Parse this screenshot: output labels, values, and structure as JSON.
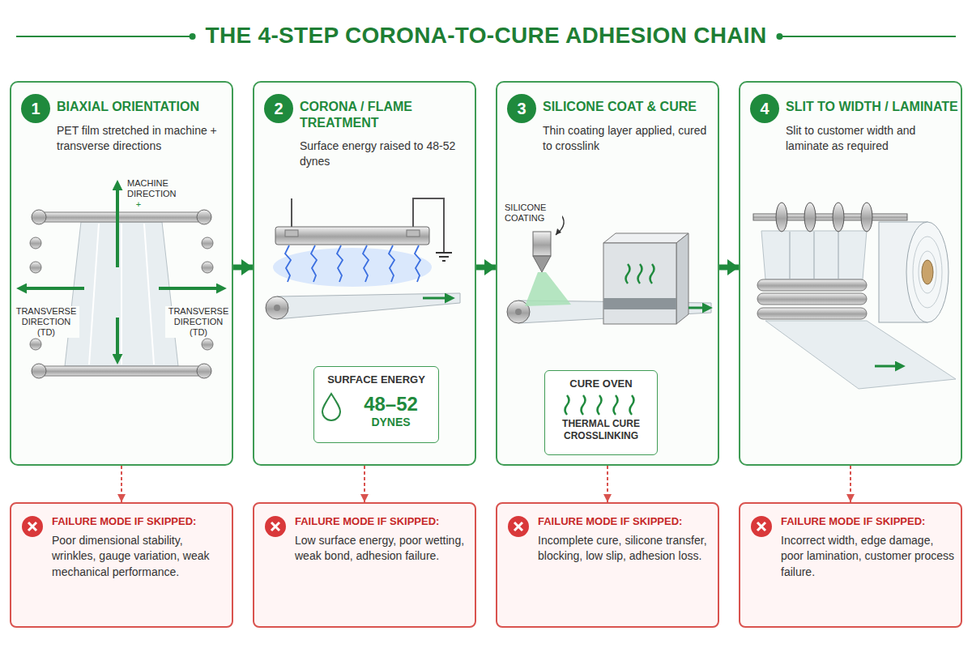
{
  "diagram": {
    "title": "THE 4-STEP CORONA-TO-CURE ADHESION CHAIN",
    "nodes": [
      {
        "text": [
          "BIAXIAL ORIENTATION",
          "PET film stretched in machine + transverse directions"
        ]
      },
      {
        "text": [
          "1"
        ],
        "in": 0
      },
      {
        "text": [
          "CORONA / FLAME TREATMENT",
          "Surface energy raised to 48-52 dynes"
        ]
      },
      {
        "text": [
          "2"
        ],
        "in": 2
      },
      {
        "text": [
          "SURFACE ENERGY",
          "48–52",
          "DYNES"
        ],
        "in": 2
      },
      {
        "text": [
          "SILICONE COAT & CURE",
          "Thin coating layer applied, cured to crosslink"
        ]
      },
      {
        "text": [
          "3"
        ],
        "in": 5
      },
      {
        "text": [
          "CURE OVEN",
          "THERMAL CURE CROSSLINKING"
        ],
        "in": 5
      },
      {
        "text": [
          "SLIT TO WIDTH / LAMINATE",
          "Slit to customer width and laminate as required"
        ]
      },
      {
        "text": [
          "4"
        ],
        "in": 8
      },
      {
        "text": [
          "FAILURE MODE IF SKIPPED:",
          "Poor dimensional stability, wrinkles, gauge variation, weak mechanical performance."
        ]
      },
      {
        "text": [
          "FAILURE MODE IF SKIPPED:",
          "Low surface energy, poor wetting, weak bond, adhesion failure."
        ]
      },
      {
        "text": [
          "FAILURE MODE IF SKIPPED:",
          "Incomplete cure, silicone transfer, blocking, low slip, adhesion loss."
        ]
      },
      {
        "text": [
          "FAILURE MODE IF SKIPPED:",
          "Incorrect width, edge damage, poor lamination, customer process failure."
        ]
      }
    ],
    "edges": [
      {
        "from": 0,
        "to": 2,
        "arrow": "to"
      },
      {
        "from": 2,
        "to": 5,
        "arrow": "to"
      },
      {
        "from": 5,
        "to": 8,
        "arrow": "to"
      },
      {
        "from": 0,
        "to": 10,
        "arrow": "to"
      },
      {
        "from": 2,
        "to": 11,
        "arrow": "to"
      },
      {
        "from": 5,
        "to": 12,
        "arrow": "to"
      },
      {
        "from": 8,
        "to": 13,
        "arrow": "to"
      }
    ],
    "labels": [
      "MACHINE DIRECTION",
      "+",
      "TRANSVERSE DIRECTION (TD)",
      "TRANSVERSE DIRECTION (TD)",
      "SILICONE COATING"
    ]
  }
}
